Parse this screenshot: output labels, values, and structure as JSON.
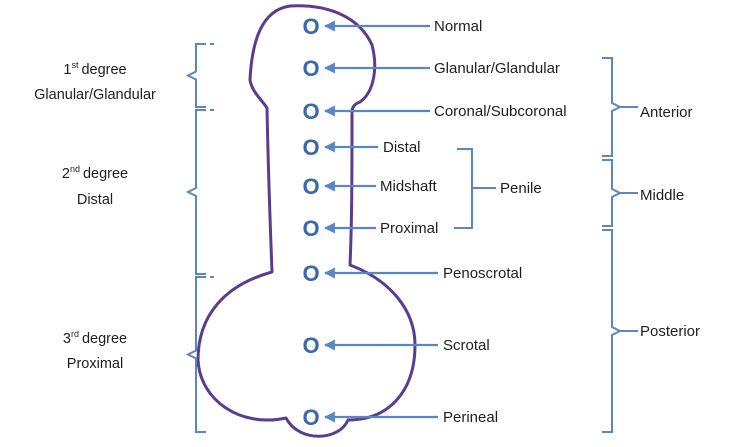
{
  "colors": {
    "outline": "#5a3d8f",
    "arrows": "#5b86c2",
    "brackets": "#5b86c2",
    "rings": "#3a68ad",
    "text": "#1e1e1e"
  },
  "ring_glyph": "O",
  "locations": [
    {
      "id": "normal",
      "label": "Normal"
    },
    {
      "id": "glanular",
      "label": "Glanular/Glandular"
    },
    {
      "id": "coronal",
      "label": "Coronal/Subcoronal"
    },
    {
      "id": "distal",
      "label": "Distal"
    },
    {
      "id": "midshaft",
      "label": "Midshaft"
    },
    {
      "id": "proximal",
      "label": "Proximal"
    },
    {
      "id": "penoscrotal",
      "label": "Penoscrotal"
    },
    {
      "id": "scrotal",
      "label": "Scrotal"
    },
    {
      "id": "perineal",
      "label": "Perineal"
    }
  ],
  "penile_group": {
    "label": "Penile"
  },
  "degrees": [
    {
      "id": "first",
      "num": "1",
      "sup": "st",
      "word": "degree",
      "name": "Glanular/Glandular"
    },
    {
      "id": "second",
      "num": "2",
      "sup": "nd",
      "word": "degree",
      "name": "Distal"
    },
    {
      "id": "third",
      "num": "3",
      "sup": "rd",
      "word": "degree",
      "name": "Proximal"
    }
  ],
  "regions": [
    {
      "id": "anterior",
      "label": "Anterior"
    },
    {
      "id": "middle",
      "label": "Middle"
    },
    {
      "id": "posterior",
      "label": "Posterior"
    }
  ]
}
